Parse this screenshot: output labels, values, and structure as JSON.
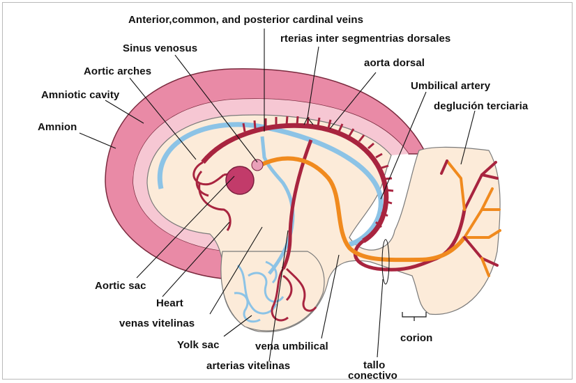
{
  "labels": {
    "cardinal_veins": "Anterior,common, and posterior cardinal veins",
    "intersegmental": "rterias inter segmentrias dorsales",
    "sinus_venosus": "Sinus venosus",
    "aorta_dorsal": "aorta dorsal",
    "aortic_arches": "Aortic arches",
    "umbilical_artery": "Umbilical artery",
    "amniotic_cavity": "Amniotic cavity",
    "deglucion": "deglución terciaria",
    "amnion": "Amnion",
    "aortic_sac": "Aortic sac",
    "heart": "Heart",
    "venas_vitelinas": "venas vitelinas",
    "yolk_sac": "Yolk sac",
    "vena_umbilical": "vena umbilical",
    "corion": "corion",
    "arterias_vitelinas": "arterias vitelinas",
    "tallo": "tallo",
    "conectivo": "conectivo"
  },
  "colors": {
    "amnion_pink": "#e98aa6",
    "body_cream": "#fcebd9",
    "artery_red": "#a8243f",
    "vein_blue": "#8cc3e6",
    "umbilical_orange": "#f08a1e",
    "heart_magenta": "#c23b6a",
    "leader_line": "#111111"
  }
}
